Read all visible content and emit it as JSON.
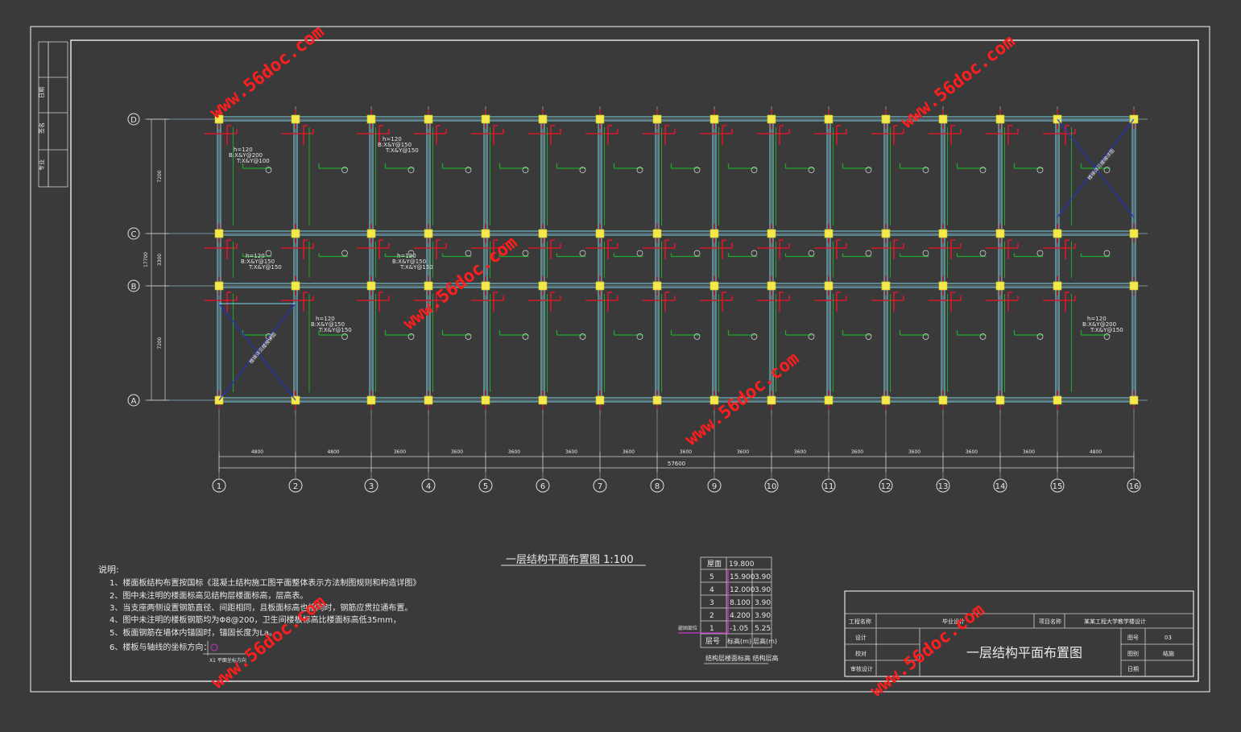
{
  "grid": {
    "col_labels": [
      "1",
      "2",
      "3",
      "4",
      "5",
      "6",
      "7",
      "8",
      "9",
      "10",
      "11",
      "12",
      "13",
      "14",
      "15",
      "16"
    ],
    "row_labels": [
      "D",
      "C",
      "B",
      "A"
    ],
    "spans": [
      "4800",
      "4800",
      "3600",
      "3600",
      "3600",
      "3600",
      "3600",
      "3600",
      "3600",
      "3600",
      "3600",
      "3600",
      "3600",
      "3600",
      "4800"
    ],
    "total_length": "57600",
    "vertical_dims": [
      "7200",
      "3300",
      "7200"
    ],
    "vertical_total": "17700"
  },
  "slab_notes": [
    {
      "h": "h=120",
      "b": "B:X&Y@200",
      "t": "T:X&Y@100"
    },
    {
      "h": "h=120",
      "b": "B:X&Y@150",
      "t": "T:X&Y@150"
    },
    {
      "h": "h=120",
      "b": "B:X&Y@150",
      "t": "T:X&Y@150"
    },
    {
      "h": "h=120",
      "b": "B:X&Y@150",
      "t": "T:X&Y@150"
    },
    {
      "h": "h=120",
      "b": "B:X&Y@150",
      "t": "T:X&Y@150"
    },
    {
      "h": "h=120",
      "b": "B:X&Y@200",
      "t": "T:X&Y@150"
    }
  ],
  "stair_label": "楼梯详见楼梯详图",
  "plan_title": "一层结构平面布置图 1:100",
  "notes": {
    "heading": "说明:",
    "items": [
      "1、楼面板结构布置按国标《混凝土结构施工图平面整体表示方法制图规则和构造详图》",
      "2、图中未注明的楼面标高见结构层楼面标高，层高表。",
      "3、当支座两侧设置钢筋直径、间距相同，且板面标高也相同时，钢筋应贯拉通布置。",
      "4、图中未注明的楼板钢筋均为Φ8@200，卫生间楼板标高比楼面标高低35mm，",
      "5、板面钢筋在墙体内锚固时，锚固长度为La。",
      "6、楼板与轴线的坐标方向："
    ],
    "coord_label": "X1 平面坐标方向"
  },
  "level_table": {
    "roof_label": "屋面",
    "roof_value": "19.800",
    "rows": [
      {
        "floor": "5",
        "elev": "15.900",
        "height": "3.90"
      },
      {
        "floor": "4",
        "elev": "12.000",
        "height": "3.90"
      },
      {
        "floor": "3",
        "elev": "8.100",
        "height": "3.90"
      },
      {
        "floor": "2",
        "elev": "4.200",
        "height": "3.90"
      },
      {
        "floor": "1",
        "elev": "-1.05",
        "height": "5.25"
      }
    ],
    "hdr_floor": "层号",
    "hdr_elev": "标高(m)",
    "hdr_height": "层高(m)",
    "caption": "结构层楼面标高 结构层高",
    "side_label": "嵌固部位"
  },
  "title_block": {
    "project_label": "工程名称",
    "project_value": "毕业设计",
    "item_label": "项目名称",
    "item_value": "某某工程大学教学楼设计",
    "design_label": "设计",
    "check_label": "校对",
    "approve_label": "审核设计",
    "drawing_name": "一层结构平面布置图",
    "no_label": "图号",
    "no_value": "03",
    "scale_label": "图别",
    "scale_value": "结施",
    "date_label": "日期"
  },
  "side_strip": [
    "专业",
    "签名",
    "日期"
  ],
  "watermark": "www.56doc.com",
  "colors": {
    "background": "#3a3a3a",
    "frame": "#d8d8d8",
    "grid_line": "#7fb0b8",
    "beam_wall": "#7ad6e8",
    "rebar_top": "#d8182a",
    "rebar_bottom": "#1fa82a",
    "column": "#f5e84a",
    "stair_cross": "#2233cc",
    "watermark": "#ff1e1e",
    "magenta": "#cc33cc"
  }
}
